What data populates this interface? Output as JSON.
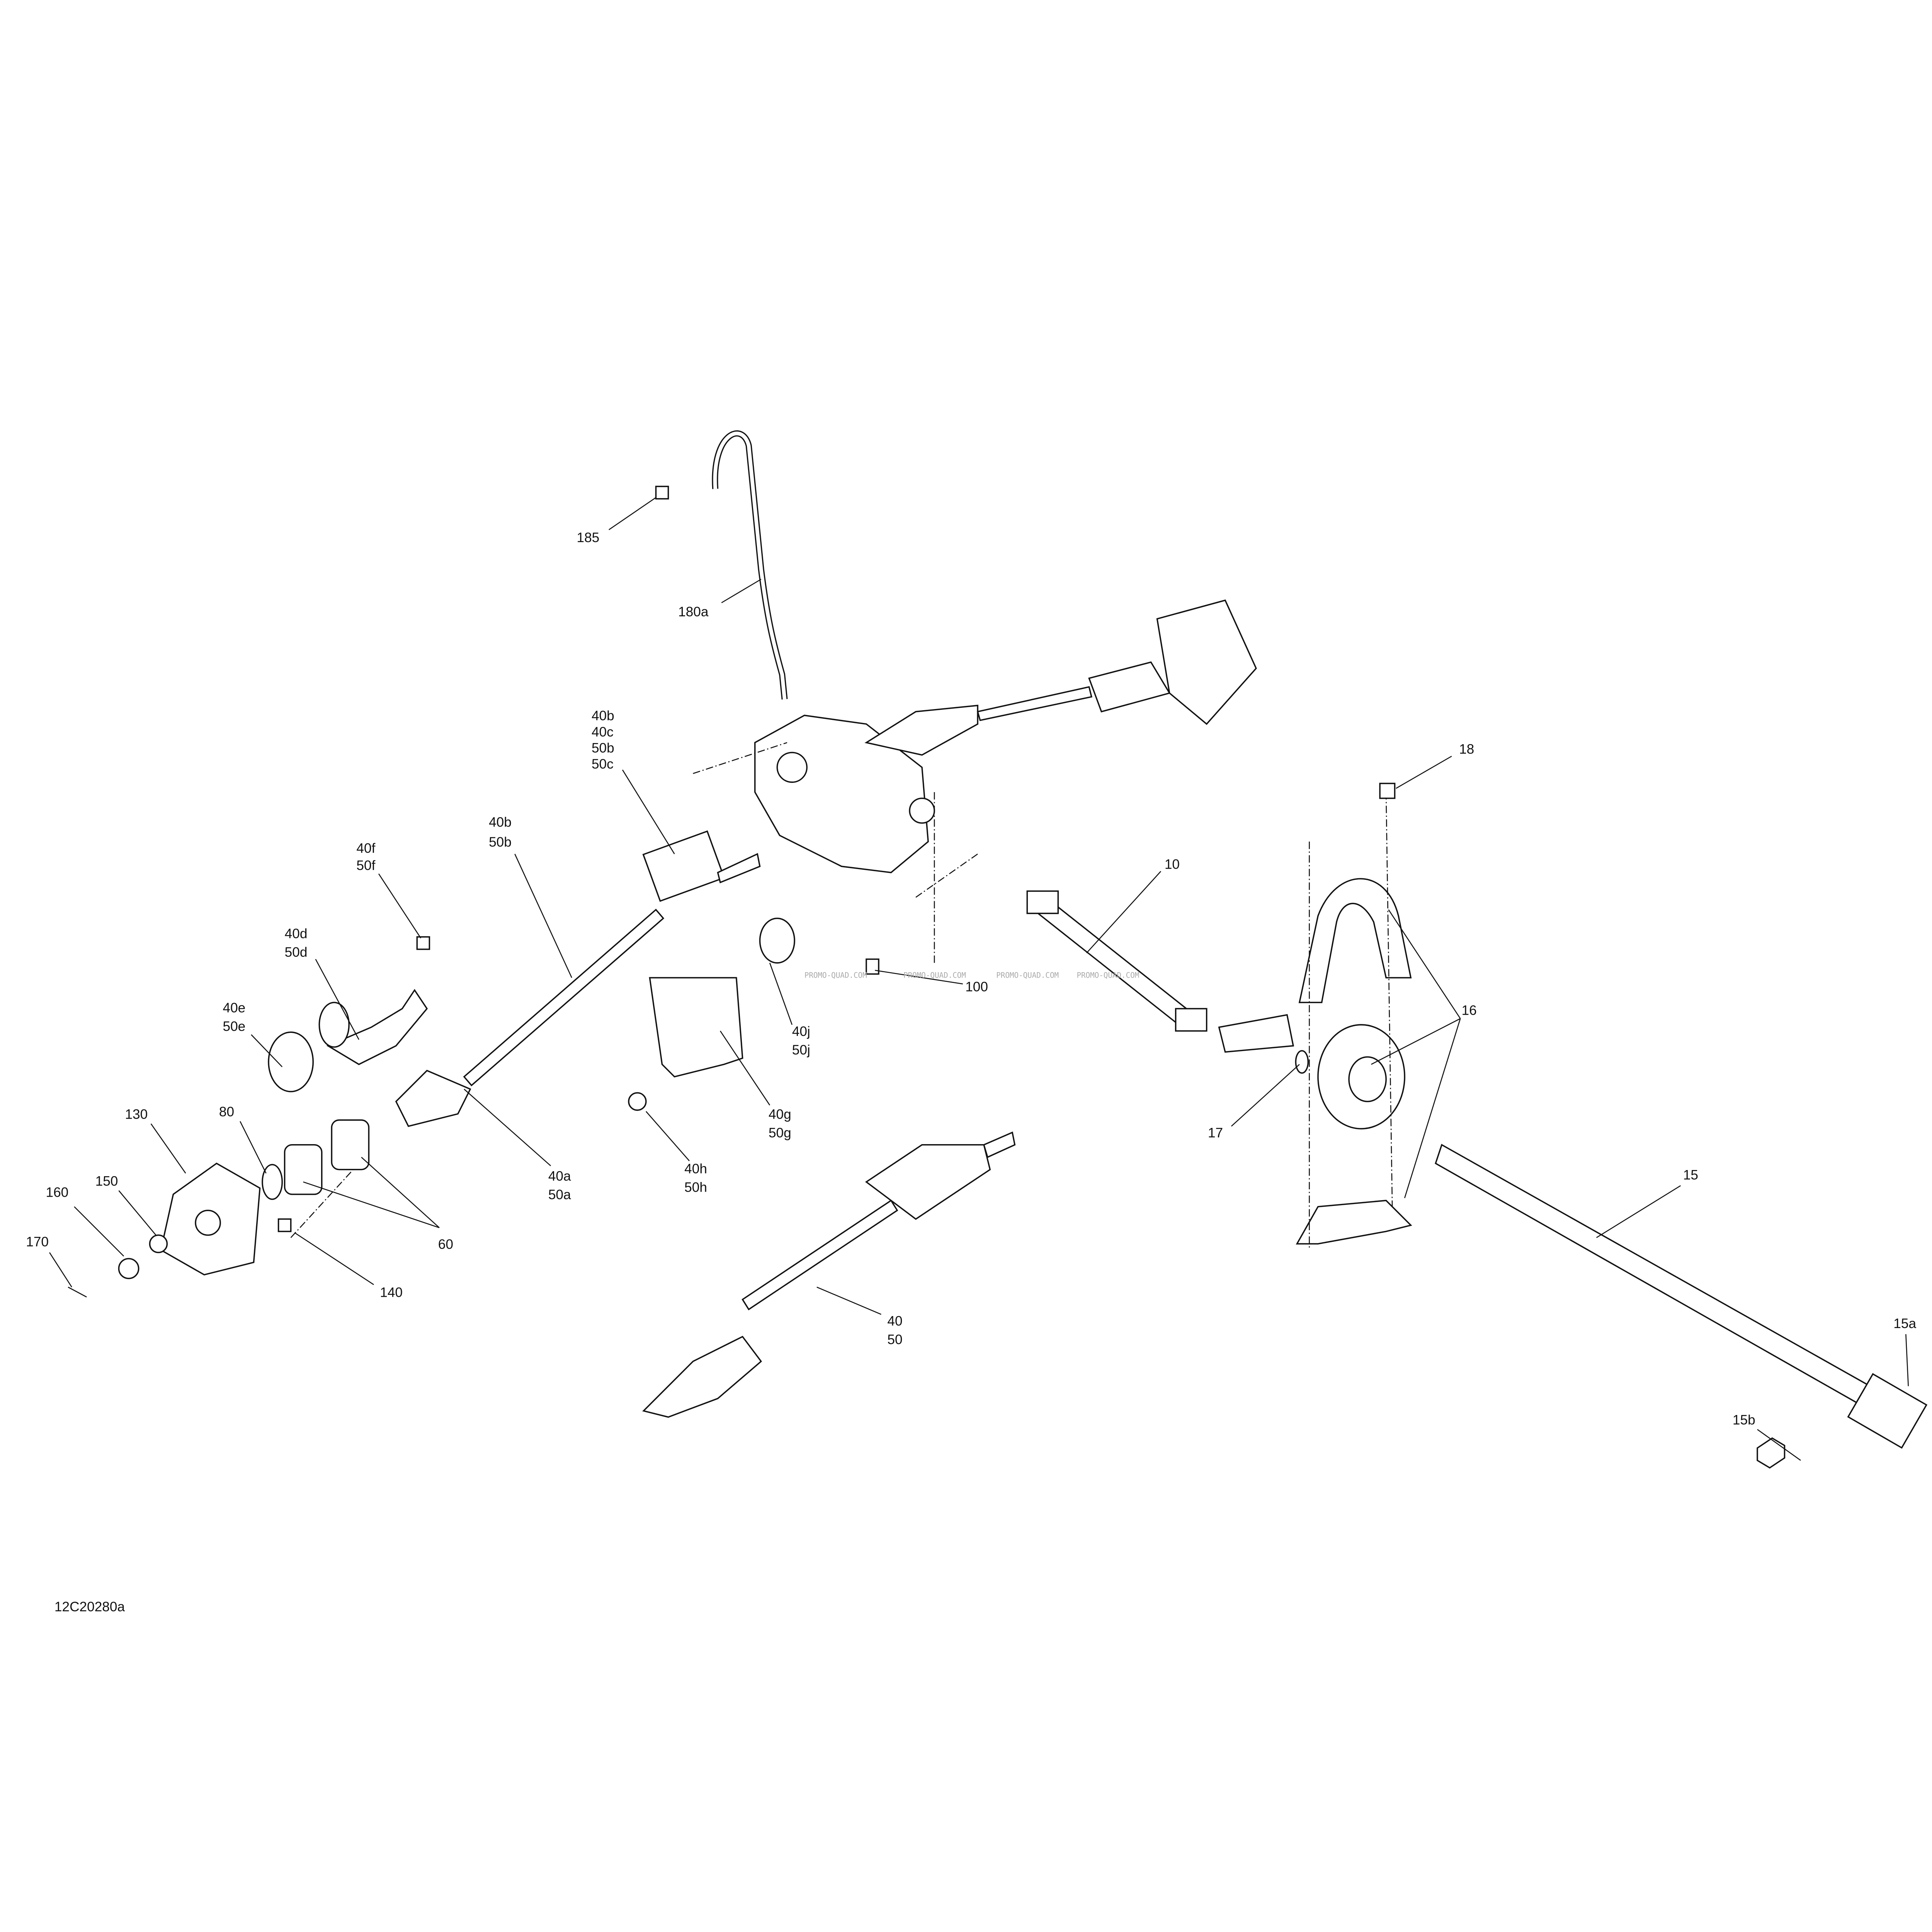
{
  "diagram_code": "12C20280a",
  "watermark": "PROMO-QUAD.COM",
  "callouts": {
    "c185": [
      "185"
    ],
    "c180a": [
      "180a"
    ],
    "c40b_top": [
      "40b",
      "40c",
      "50b",
      "50c"
    ],
    "c40b": [
      "40b",
      "50b"
    ],
    "c40f": [
      "40f",
      "50f"
    ],
    "c40d": [
      "40d",
      "50d"
    ],
    "c40e": [
      "40e",
      "50e"
    ],
    "c40j": [
      "40j",
      "50j"
    ],
    "c100": [
      "100"
    ],
    "c10": [
      "10"
    ],
    "c18": [
      "18"
    ],
    "c16": [
      "16"
    ],
    "c17": [
      "17"
    ],
    "c40g": [
      "40g",
      "50g"
    ],
    "c40h": [
      "40h",
      "50h"
    ],
    "c40a": [
      "40a",
      "50a"
    ],
    "c130": [
      "130"
    ],
    "c80": [
      "80"
    ],
    "c150": [
      "150"
    ],
    "c160": [
      "160"
    ],
    "c170": [
      "170"
    ],
    "c60": [
      "60"
    ],
    "c140": [
      "140"
    ],
    "c15": [
      "15"
    ],
    "c40": [
      "40",
      "50"
    ],
    "c15a": [
      "15a"
    ],
    "c15b": [
      "15b"
    ]
  }
}
